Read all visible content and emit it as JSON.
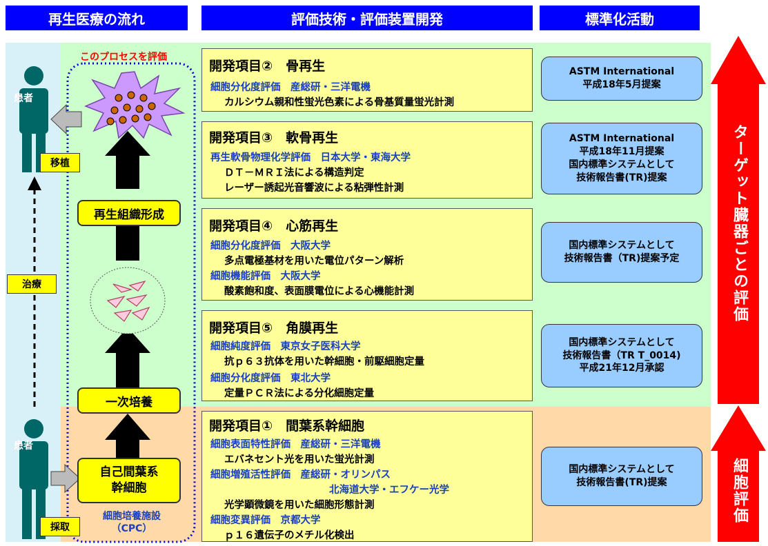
{
  "headers": {
    "flow": "再生医療の流れ",
    "tech": "評価技術・評価装置開発",
    "std": "標準化活動"
  },
  "flow": {
    "process_label": "このプロセスを評価",
    "patient_top": "患者",
    "patient_bottom": "患者",
    "transplant": "移植",
    "treatment": "治療",
    "harvest": "採取",
    "tissue_formation": "再生組織形成",
    "primary_culture": "一次培養",
    "msc_line1": "自己間葉系",
    "msc_line2": "幹細胞",
    "cpc_line1": "細胞培養施設",
    "cpc_line2": "（CPC）"
  },
  "items": [
    {
      "title": "開発項目②　骨再生",
      "lines": [
        {
          "type": "blue",
          "text": "細胞分化度評価　産総研・三洋電機"
        },
        {
          "type": "black",
          "text": "カルシウム親和性蛍光色素による骨基質量蛍光計測"
        }
      ]
    },
    {
      "title": "開発項目③　軟骨再生",
      "lines": [
        {
          "type": "blue",
          "text": "再生軟骨物理化学評価　日本大学・東海大学"
        },
        {
          "type": "black",
          "text": "ＤＴ－ＭＲＩ法による構造判定"
        },
        {
          "type": "black",
          "text": "レーザー誘起光音響波による粘弾性計測"
        }
      ]
    },
    {
      "title": "開発項目④　心筋再生",
      "lines": [
        {
          "type": "blue",
          "text": "細胞分化度評価　大阪大学"
        },
        {
          "type": "black",
          "text": "多点電極基材を用いた電位パターン解析"
        },
        {
          "type": "blue",
          "text": "細胞機能評価　大阪大学"
        },
        {
          "type": "black",
          "text": "酸素飽和度、表面膜電位による心機能計測"
        }
      ]
    },
    {
      "title": "開発項目⑤　角膜再生",
      "lines": [
        {
          "type": "blue",
          "text": "細胞純度評価　東京女子医科大学"
        },
        {
          "type": "black",
          "text": "抗ｐ６３抗体を用いた幹細胞・前駆細胞定量"
        },
        {
          "type": "blue",
          "text": "細胞分化度評価　東北大学"
        },
        {
          "type": "black",
          "text": "定量ＰＣＲ法による分化細胞定量"
        }
      ]
    },
    {
      "title": "開発項目①　間葉系幹細胞",
      "lines": [
        {
          "type": "blue",
          "text": "細胞表面特性評価　産総研・三洋電機"
        },
        {
          "type": "black",
          "text": "エバネセント光を用いた蛍光計測"
        },
        {
          "type": "blue",
          "text": "細胞増殖活性評価　産総研・オリンパス"
        },
        {
          "type": "blue",
          "text": "北海道大学・エフケー光学"
        },
        {
          "type": "black",
          "text": "光学顕微鏡を用いた細胞形態計測"
        },
        {
          "type": "blue",
          "text": "細胞変異評価　京都大学"
        },
        {
          "type": "black",
          "text": "ｐ１６遺伝子のメチル化検出"
        }
      ]
    }
  ],
  "standards": [
    {
      "lines": [
        "ASTM International",
        "平成18年5月提案"
      ]
    },
    {
      "lines": [
        "ASTM International",
        "平成18年11月提案",
        "国内標準システムとして",
        "技術報告書(TR)提案"
      ]
    },
    {
      "lines": [
        "国内標準システムとして",
        "技術報告書（TR)提案予定"
      ]
    },
    {
      "lines": [
        "国内標準システムとして",
        "技術報告書（TR T_0014)",
        "平成21年12月承認"
      ]
    },
    {
      "lines": [
        "国内標準システムとして",
        "技術報告書(TR)提案"
      ]
    }
  ],
  "arrows": {
    "organ_eval": "ターゲット臓器ごとの評価",
    "cell_eval": "細胞評価"
  },
  "colors": {
    "header_blue": "#0000ff",
    "item_yellow": "#ffff99",
    "std_blue": "#99ccff",
    "arrow_red": "#ff0000",
    "green_region": "#ccffcc",
    "peach_region": "#ffd9a8"
  }
}
